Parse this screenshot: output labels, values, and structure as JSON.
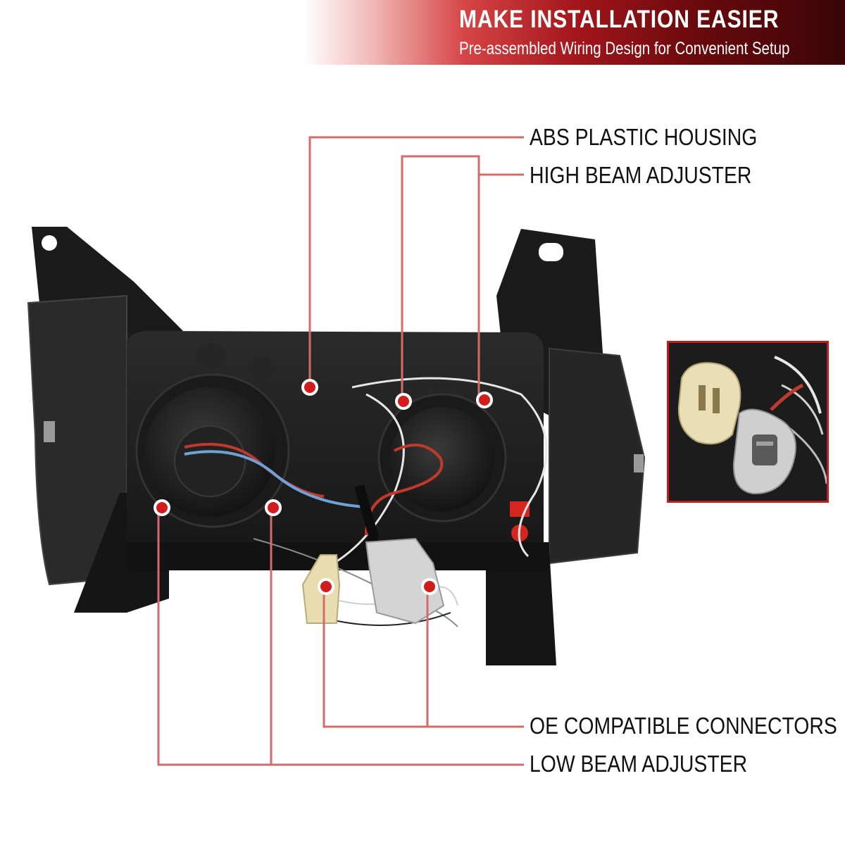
{
  "header": {
    "title": "MAKE INSTALLATION EASIER",
    "subtitle": "Pre-assembled Wiring Design for Convenient Setup"
  },
  "callouts": {
    "housing": "ABS PLASTIC HOUSING",
    "high_beam": "HIGH BEAM ADJUSTER",
    "connectors": "OE COMPATIBLE CONNECTORS",
    "low_beam": "LOW BEAM ADJUSTER"
  },
  "colors": {
    "accent": "#c41c1c",
    "callout_line": "#d46a6a",
    "housing": "#1f1f1f"
  }
}
